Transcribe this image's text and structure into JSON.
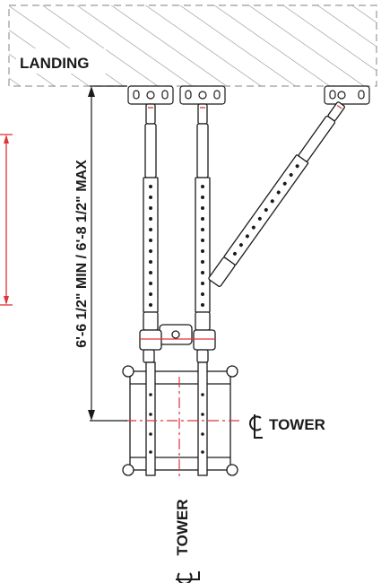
{
  "labels": {
    "landing": "LANDING",
    "dimension": "6'-6 1/2\" MIN / 6'-8 1/2\" MAX",
    "tower_right": "TOWER",
    "tower_bottom": "TOWER"
  },
  "symbols": {
    "centerline": "centerline-symbol"
  },
  "colors": {
    "line": "#1a1a1a",
    "accent": "#e0333a",
    "hatch": "#9a9a9a"
  }
}
